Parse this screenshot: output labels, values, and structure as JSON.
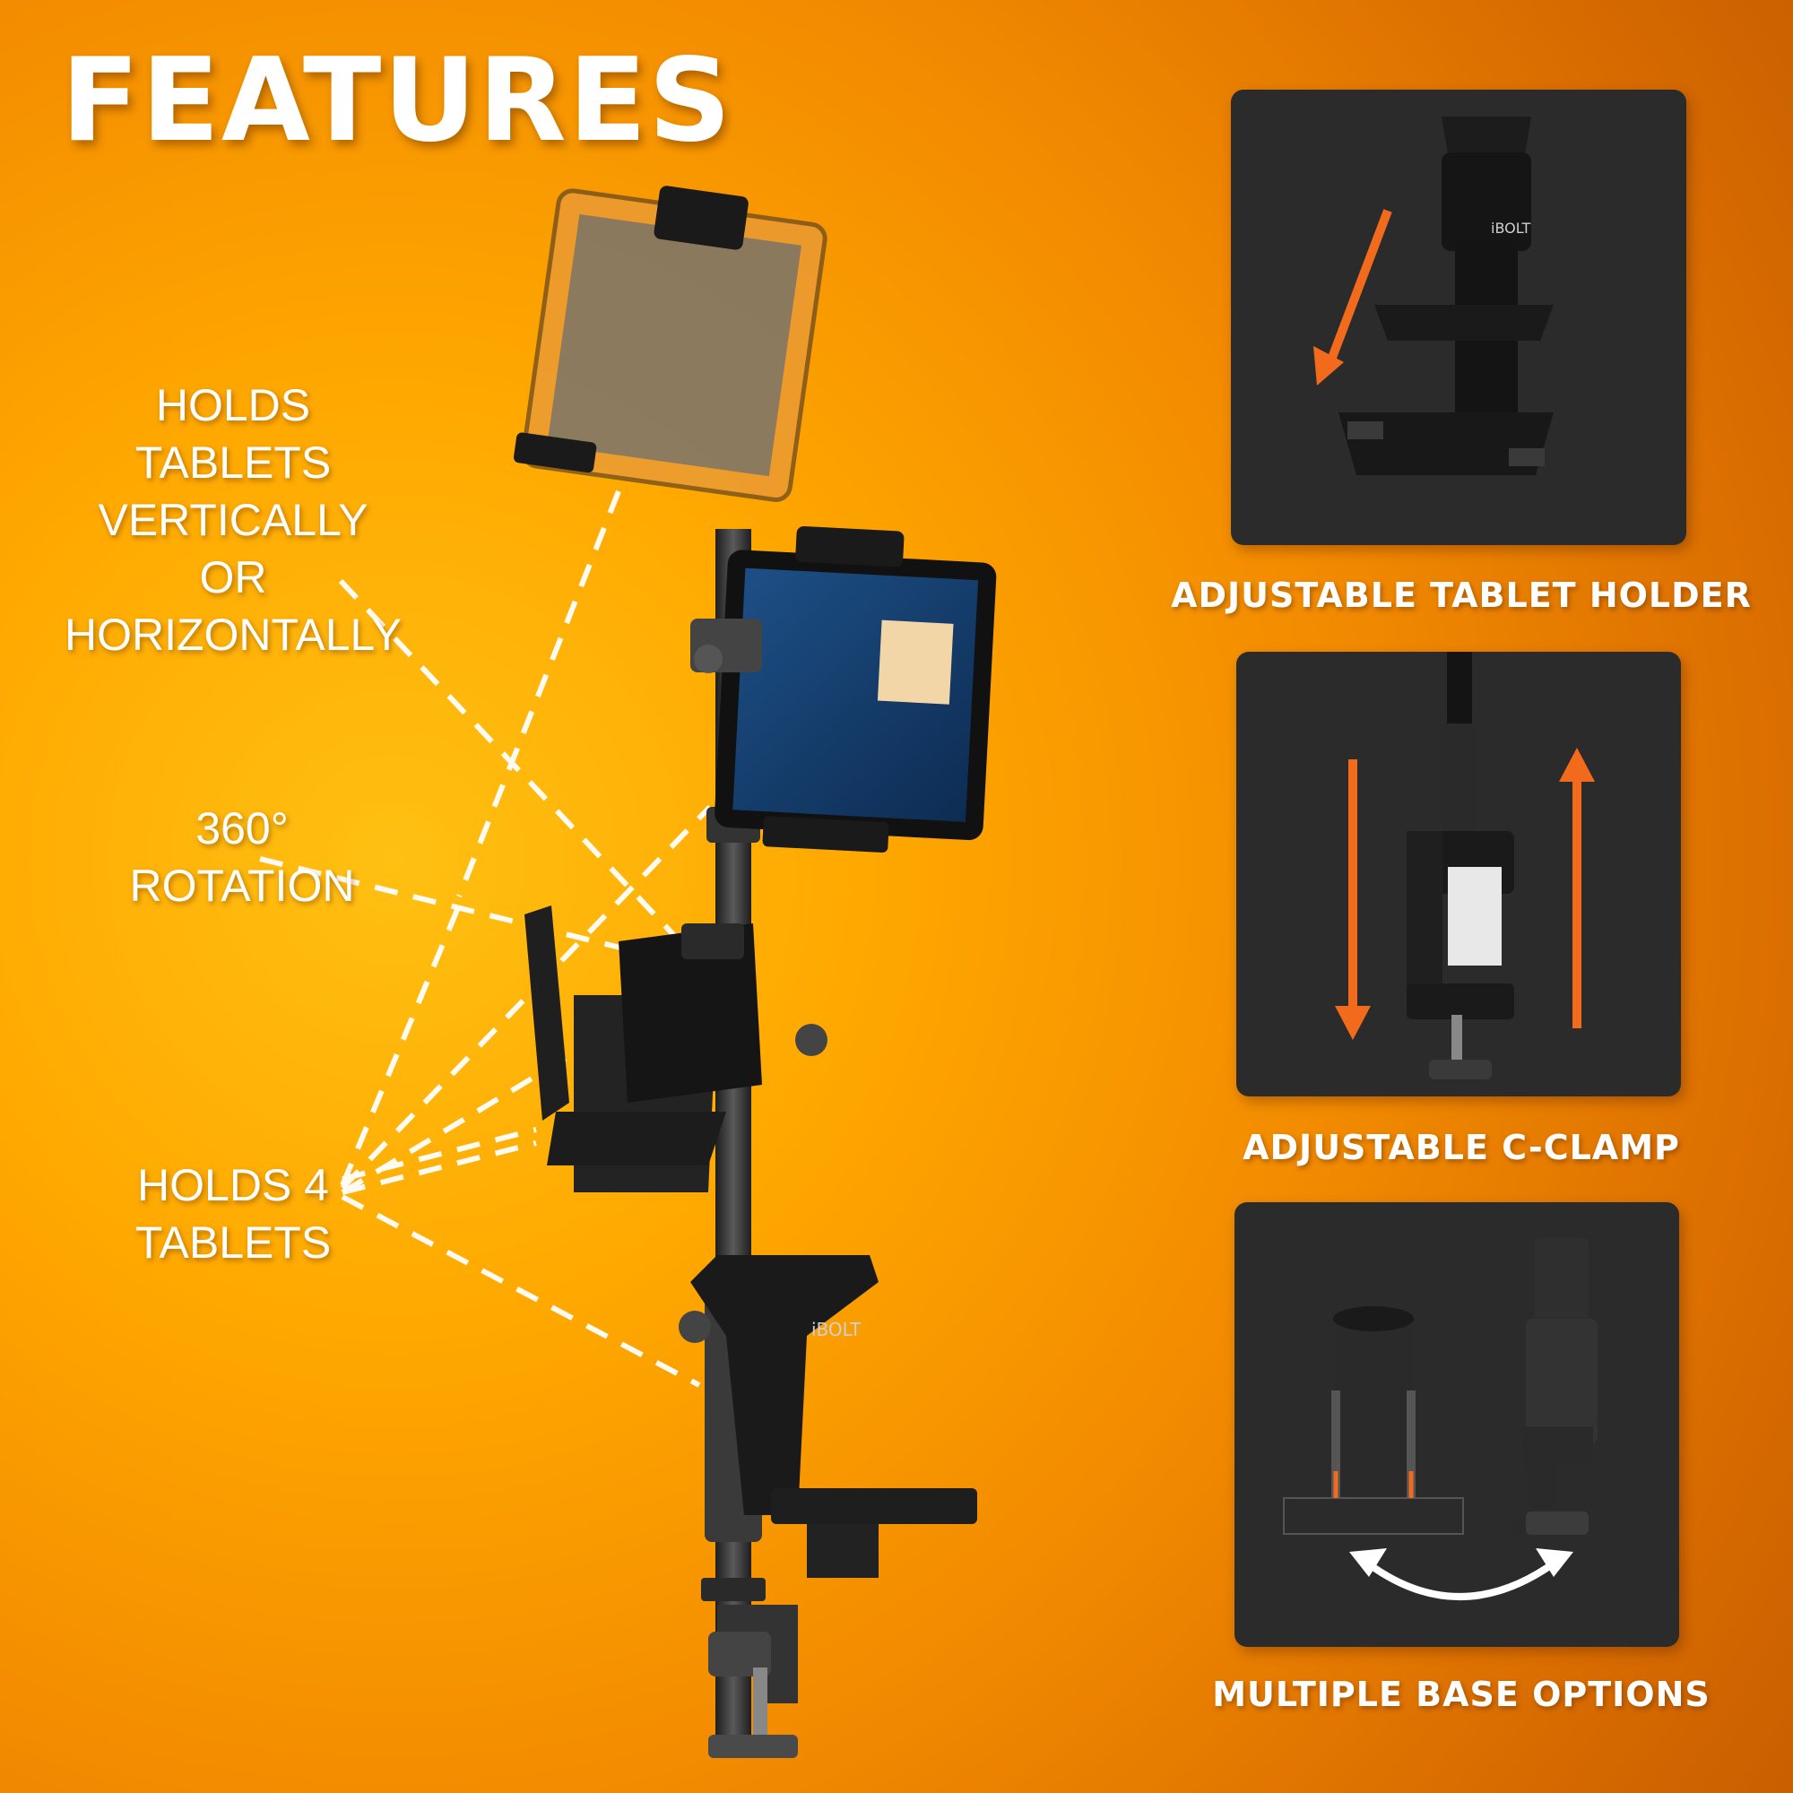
{
  "title": "FEATURES",
  "callouts": {
    "orientation": [
      "HOLDS TABLETS",
      "VERTICALLY OR",
      "HORIZONTALLY"
    ],
    "rotation": "360° ROTATION",
    "capacity": [
      "HOLDS 4",
      "TABLETS"
    ]
  },
  "panels": {
    "tablet_holder": "ADJUSTABLE TABLET HOLDER",
    "c_clamp": "ADJUSTABLE C-CLAMP",
    "base_options": "MULTIPLE BASE OPTIONS"
  },
  "brand_mark": "iBOLT",
  "colors": {
    "accent": "#f26b1d",
    "panel": "#2b2b2b",
    "text": "#ffffff"
  }
}
